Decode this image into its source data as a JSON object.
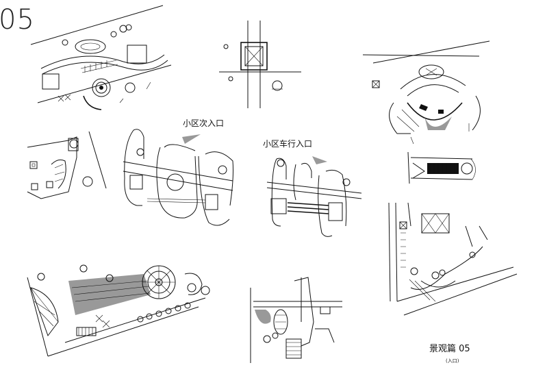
{
  "sheet": {
    "page_number": "05",
    "title": "景观篇 05",
    "subtitle": "(入口)"
  },
  "sections": {
    "secondary_entrance": "小区次入口",
    "vehicle_entrance": "小区车行入口"
  },
  "colors": {
    "ink": "#111111",
    "hatch": "#999999",
    "paper": "#ffffff"
  }
}
